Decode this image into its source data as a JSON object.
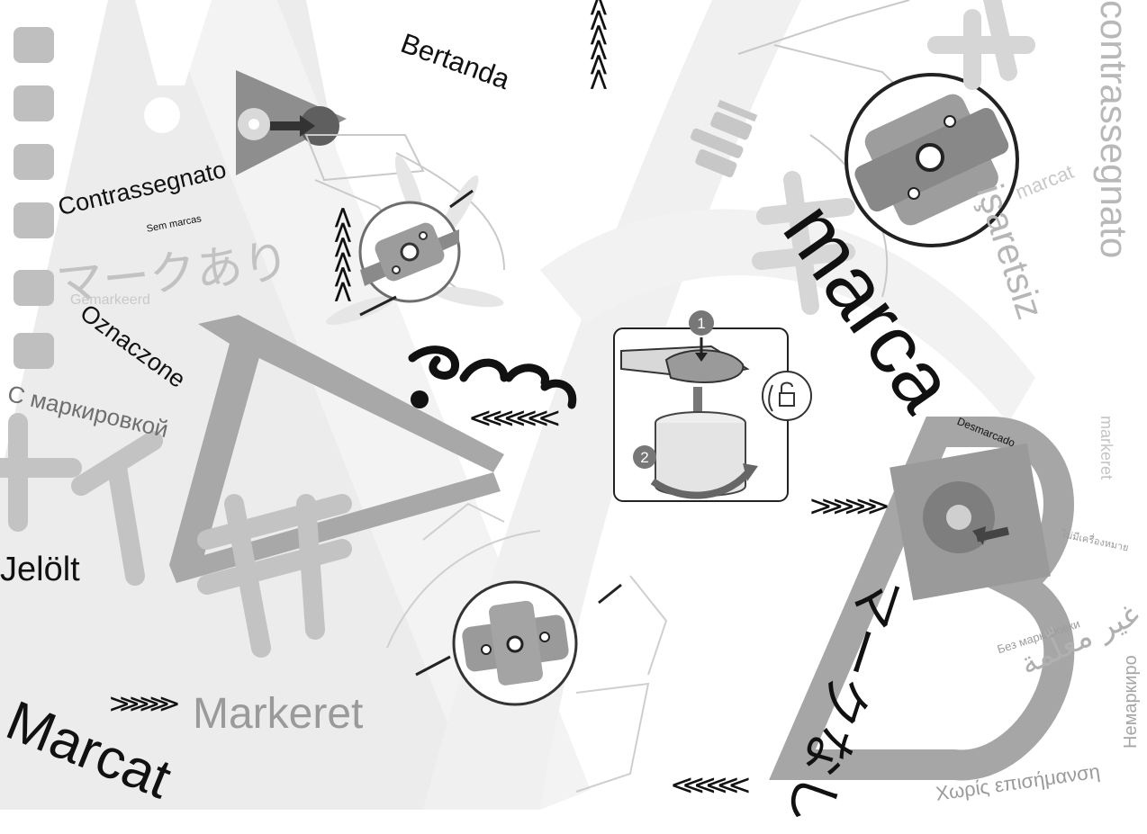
{
  "labels": {
    "bertanda": "Bertanda",
    "contrassegnato_left": "Contrassegnato",
    "sem_marcas": "Sem marcas",
    "mark_ari": "マークあり",
    "gemarkeerd": "Gemarkeerd",
    "oznaczone": "Oznaczone",
    "s_markirovkoy": "С маркировкой",
    "jelolt": "Jelölt",
    "markeret": "Markeret",
    "marcat_left": "Marcat",
    "marca": "marca",
    "contrassegnato_right": "contrassegnato",
    "isaretsiz": "işaretsiz",
    "marcat_right": "marcat",
    "desmarcado": "Desmarcado",
    "markeret_right": "markeret",
    "thai": "ไม่มีเครื่องหมาย",
    "bez_markirovki": "Без маркировки",
    "arabic": "غير معلّمة",
    "nemarkirovannye": "Немаркиро",
    "greek": "Χωρίς επισήμανση",
    "mark_nashi": "マークなし"
  },
  "colors": {
    "dark": "#111111",
    "mid": "#8a8a8a",
    "light": "#b4b4b4",
    "panel": "#9a9a9a",
    "accent_gray": "#6f6f6f"
  },
  "icons": [
    "warning-exclamation-icon",
    "propeller-mount-icon",
    "chevron-up-icon",
    "chevron-left-icon",
    "chevron-right-icon",
    "step-number-icon",
    "lock-icon"
  ],
  "steps": [
    "1",
    "2"
  ]
}
